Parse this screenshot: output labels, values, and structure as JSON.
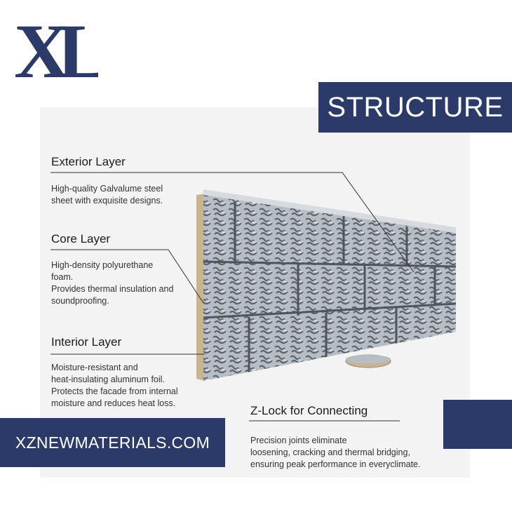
{
  "logo": {
    "text": "XL"
  },
  "banner": {
    "title": "STRUCTURE"
  },
  "sections": {
    "exterior": {
      "heading": "Exterior Layer",
      "lines": [
        "High-quality Galvalume steel",
        "sheet with exquisite designs."
      ]
    },
    "core": {
      "heading": "Core Layer",
      "lines": [
        "High-density polyurethane",
        "foam.",
        "Provides thermal insulation and",
        "soundproofing."
      ]
    },
    "interior": {
      "heading": "Interior Layer",
      "lines": [
        "Moisture-resistant and",
        "heat-insulating aluminum foil.",
        "Protects the facade from internal",
        "moisture and reduces heat loss."
      ]
    },
    "zlock": {
      "heading": "Z-Lock for Connecting",
      "lines": [
        "Precision joints eliminate",
        "loosening, cracking and thermal bridging,",
        "ensuring peak performance in everyclimate."
      ]
    }
  },
  "footer": {
    "url": "XZNEWMATERIALS.COM"
  },
  "colors": {
    "brand_navy": "#2b3a68",
    "panel_bg": "#f3f3f4",
    "stone": "#a9b1b9"
  },
  "icons": {
    "logo": "xl-monogram-icon",
    "product": "insulated-wall-panel-image"
  }
}
